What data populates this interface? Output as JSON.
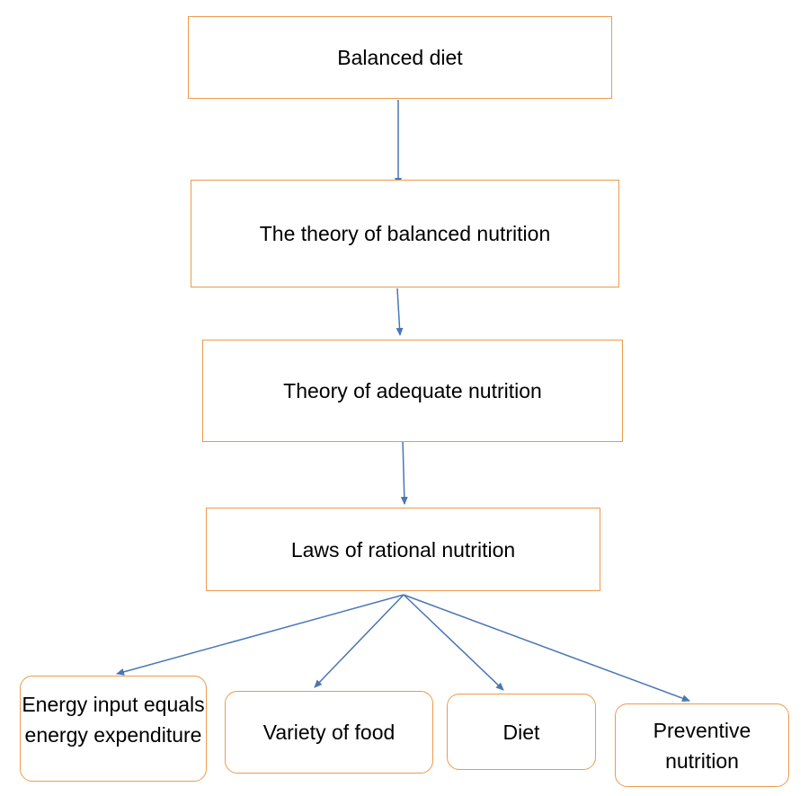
{
  "diagram": {
    "colors": {
      "box_border": "#ED9A4C",
      "arrow": "#4A76B5",
      "text": "#000000"
    },
    "nodes": {
      "balanced_diet": "Balanced diet",
      "theory_balanced": "The theory of balanced nutrition",
      "theory_adequate": "Theory of adequate nutrition",
      "laws_rational": "Laws of rational nutrition",
      "energy": "Energy input equals energy expenditure",
      "variety": "Variety of food",
      "diet": "Diet",
      "preventive": "Preventive nutrition"
    },
    "edges": [
      {
        "from": "balanced_diet",
        "to": "theory_balanced"
      },
      {
        "from": "theory_balanced",
        "to": "theory_adequate"
      },
      {
        "from": "theory_adequate",
        "to": "laws_rational"
      },
      {
        "from": "laws_rational",
        "to": "energy"
      },
      {
        "from": "laws_rational",
        "to": "variety"
      },
      {
        "from": "laws_rational",
        "to": "diet"
      },
      {
        "from": "laws_rational",
        "to": "preventive"
      }
    ]
  }
}
